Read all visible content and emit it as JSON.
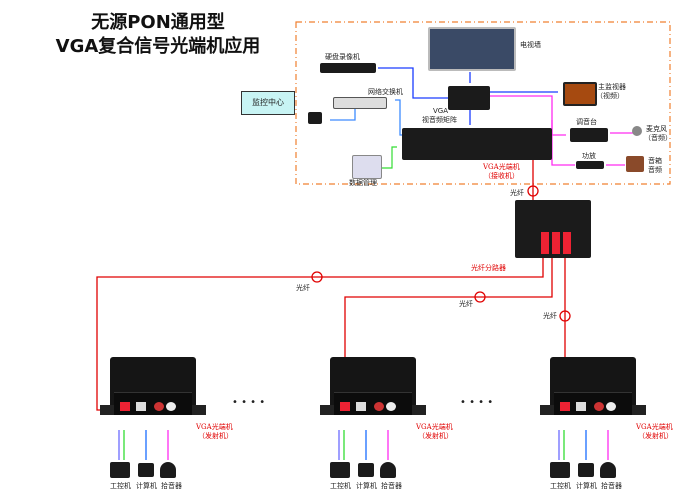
{
  "title": {
    "line1": "无源PON通用型",
    "line2": "VGA复合信号光端机应用"
  },
  "center_label": "监控中心",
  "devices": {
    "dvr": "硬盘录像机",
    "tv_wall": "电视墙",
    "switch": "网络交换机",
    "matrix_line1": "VGA",
    "matrix_line2": "视音频矩阵",
    "monitor_line1": "主监视器",
    "monitor_line2": "（视频）",
    "mixer": "调音台",
    "mic_line1": "麦克风",
    "mic_line2": "（音频）",
    "amp": "功放",
    "speaker_line1": "音箱",
    "speaker_line2": "音频",
    "data_mgmt": "数据管理",
    "receiver_line1": "VGA光端机",
    "receiver_line2": "（接收机）",
    "splitter": "光纤分路器",
    "transmitter_line1": "VGA光端机",
    "transmitter_line2": "（发射机）"
  },
  "fiber_label": "光纤",
  "endpoints": [
    "工控机",
    "计算机",
    "拾音器"
  ],
  "ellipsis": "• • • •",
  "colors": {
    "fiber": "#e00000",
    "video": "#1a3cff",
    "network": "#3d8bff",
    "audio": "#ff2cf0",
    "data": "#33dd33",
    "border": "#f08030"
  }
}
